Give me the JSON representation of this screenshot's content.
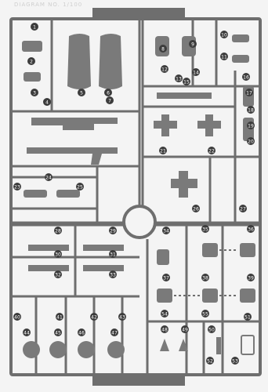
{
  "header": {
    "faint_text": "DIAGRAM NO. 1/100"
  },
  "palette": {
    "paper": "#f4f4f4",
    "runner": "#6e6e6e",
    "part": "#7a7a7a",
    "label": "#3c3c3c",
    "label_text": "#ffffff"
  },
  "part_labels": [
    "1",
    "2",
    "3",
    "4",
    "5",
    "6",
    "7",
    "8",
    "9",
    "10",
    "11",
    "12",
    "13",
    "14",
    "15",
    "16",
    "17",
    "18",
    "19",
    "20",
    "21",
    "22",
    "23",
    "24",
    "25",
    "26",
    "27",
    "28",
    "29",
    "30",
    "31",
    "32",
    "33",
    "34",
    "35",
    "36",
    "37",
    "38",
    "39",
    "40",
    "41",
    "42",
    "43",
    "44",
    "45",
    "46",
    "47",
    "48",
    "49",
    "50",
    "51",
    "52",
    "53",
    "54",
    "55"
  ]
}
